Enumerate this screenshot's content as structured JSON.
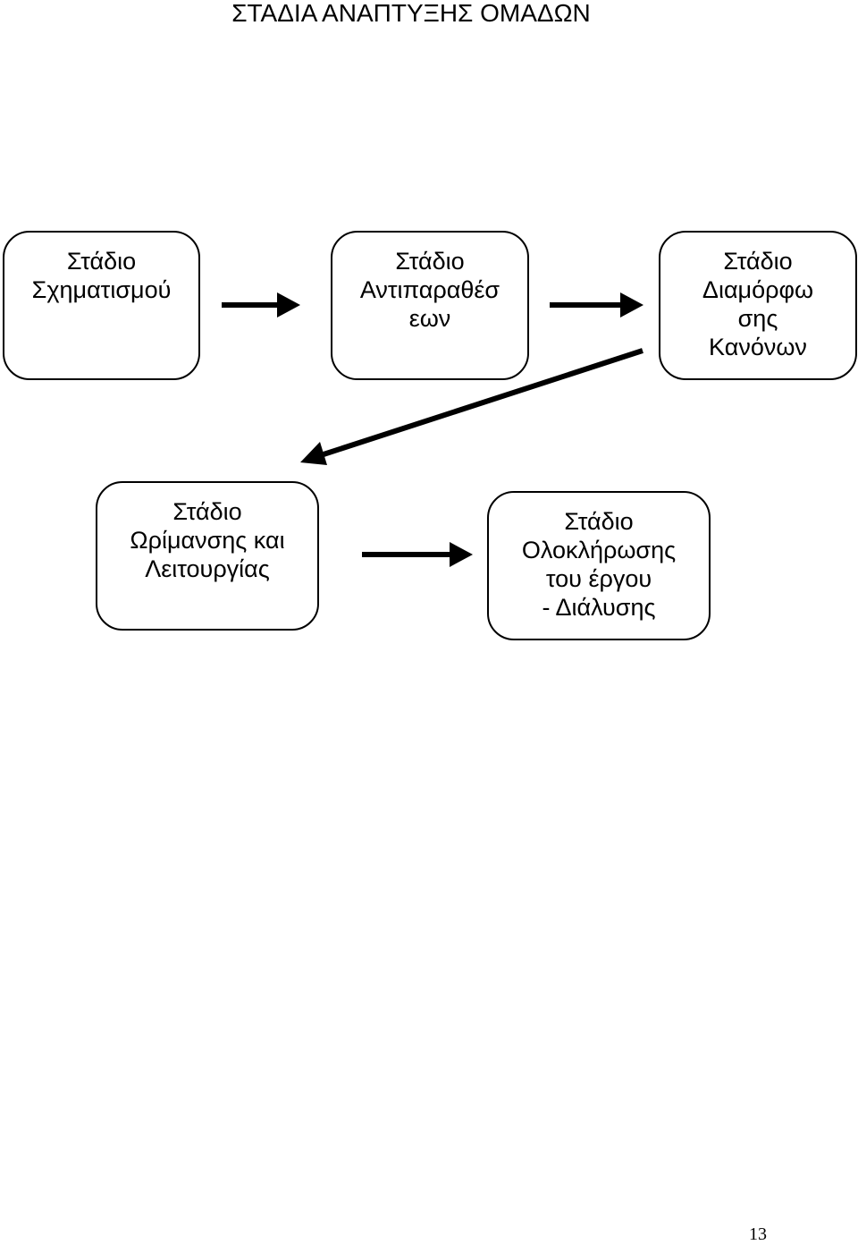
{
  "title": "ΣΤΑΔΙΑ ΑΝΑΠΤΥΞΗΣ ΟΜΑΔΩΝ",
  "stages": [
    {
      "lines": [
        "Στάδιο",
        "Σχηματισμού"
      ]
    },
    {
      "lines": [
        "Στάδιο",
        "Αντιπαραθέσ",
        "εων"
      ]
    },
    {
      "lines": [
        "Στάδιο",
        "Διαμόρφω",
        "σης",
        "Κανόνων"
      ]
    },
    {
      "lines": [
        "Στάδιο",
        "Ωρίμανσης και",
        "Λειτουργίας"
      ]
    },
    {
      "lines": [
        "Στάδιο",
        "Ολοκλήρωσης",
        "του έργου",
        "- Διάλυσης"
      ]
    }
  ],
  "page_number": "13"
}
